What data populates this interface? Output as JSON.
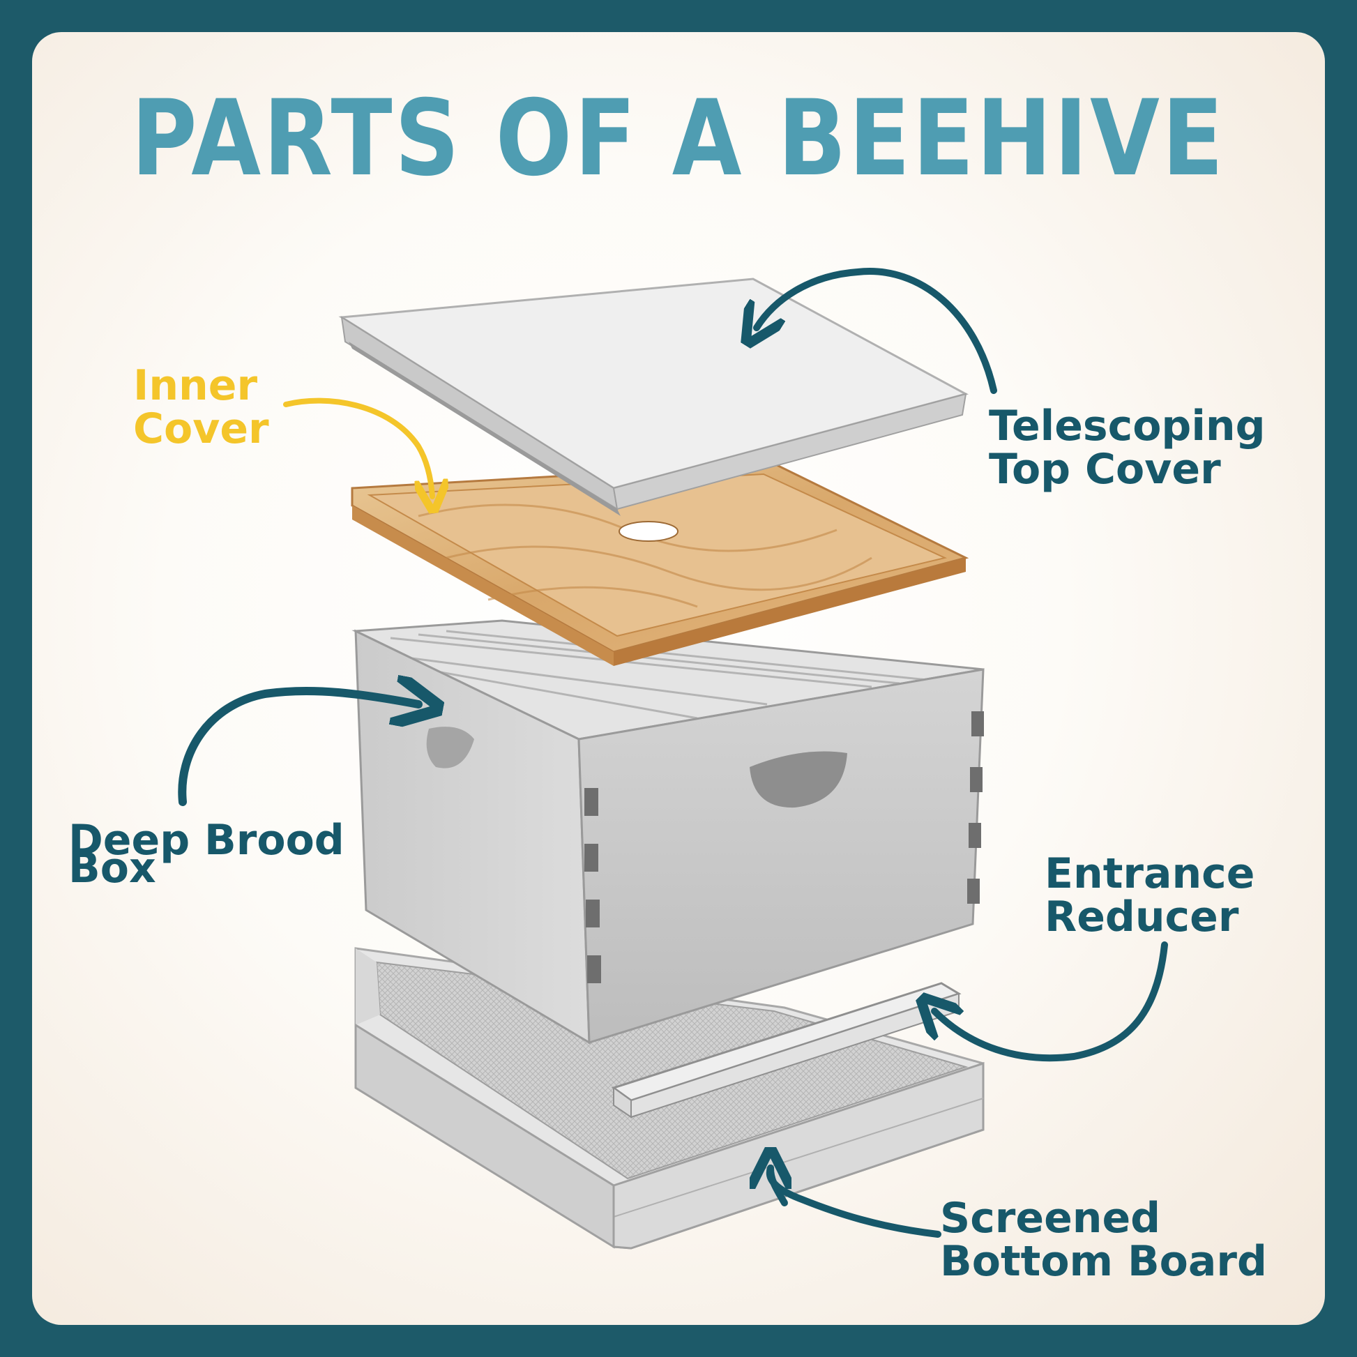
{
  "title": "PARTS OF A BEEHIVE",
  "labels": {
    "inner_cover": [
      "Inner",
      "Cover"
    ],
    "telescoping_top_cover": [
      "Telescoping",
      "Top Cover"
    ],
    "deep_brood_box": [
      "Deep Brood",
      "Box"
    ],
    "entrance_reducer": [
      "Entrance",
      "Reducer"
    ],
    "screened_bottom_board": [
      "Screened",
      "Bottom Board"
    ]
  },
  "colors": {
    "frame": "#1d5a69",
    "title": "#4f9db2",
    "label_dark": "#17586a",
    "label_yellow": "#f4c52a"
  }
}
